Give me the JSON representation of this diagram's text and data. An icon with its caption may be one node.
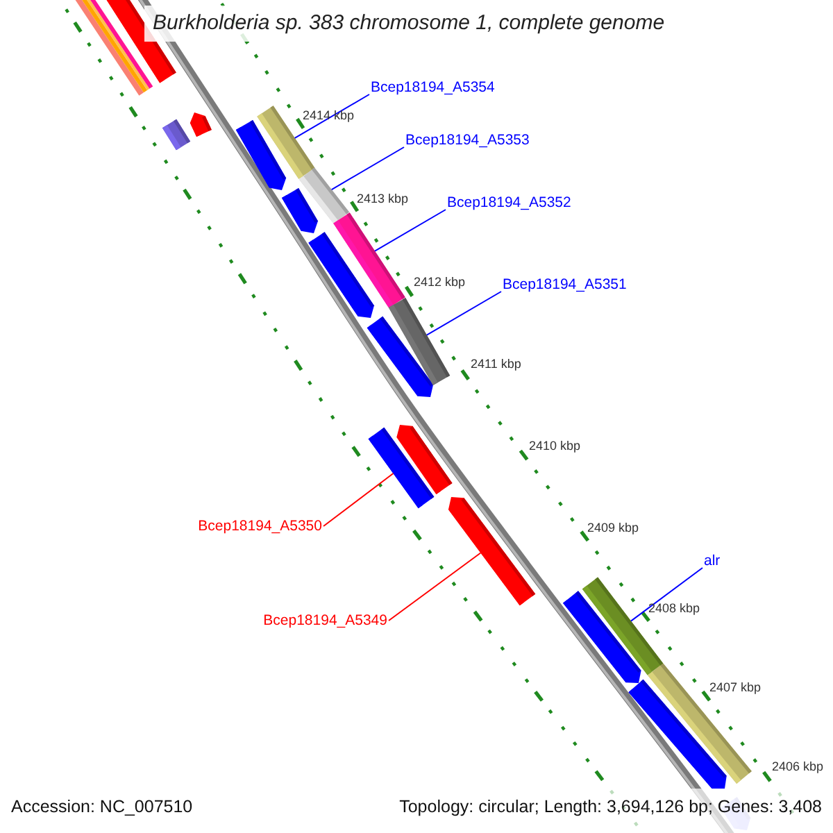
{
  "diagram": {
    "title": "Burkholderia sp. 383 chromosome 1, complete genome",
    "nodes": [
      {
        "text": [
          "Bcep18194_A5354"
        ]
      },
      {
        "text": [],
        "shape": "bar"
      },
      {
        "text": [
          "Bcep18194_A5353"
        ]
      },
      {
        "text": [],
        "shape": "bar"
      },
      {
        "text": [
          "Bcep18194_A5352"
        ]
      },
      {
        "text": [],
        "shape": "bar"
      },
      {
        "text": [
          "Bcep18194_A5351"
        ]
      },
      {
        "text": [],
        "shape": "bar"
      },
      {
        "text": [
          "Bcep18194_A5350"
        ]
      },
      {
        "text": [],
        "shape": "bar"
      },
      {
        "text": [
          "Bcep18194_A5349"
        ]
      },
      {
        "text": [],
        "shape": "arrow"
      },
      {
        "text": [
          "alr"
        ]
      },
      {
        "text": [],
        "shape": "bar"
      }
    ],
    "edges": [
      {
        "from": 0,
        "to": 1,
        "arrow": "none"
      },
      {
        "from": 2,
        "to": 3,
        "arrow": "none"
      },
      {
        "from": 4,
        "to": 5,
        "arrow": "none"
      },
      {
        "from": 6,
        "to": 7,
        "arrow": "none"
      },
      {
        "from": 8,
        "to": 9,
        "arrow": "none",
        "color": "#ff0000"
      },
      {
        "from": 10,
        "to": 11,
        "arrow": "none",
        "color": "#ff0000"
      },
      {
        "from": 12,
        "to": 13,
        "arrow": "none"
      }
    ],
    "labels": [
      "2414 kbp",
      "2413 kbp",
      "2412 kbp",
      "2411 kbp",
      "2410 kbp",
      "2409 kbp",
      "2408 kbp",
      "2407 kbp",
      "2406 kbp",
      "Accession: NC_007510",
      "Topology: circular; Length: 3,694,126 bp; Genes: 3,408"
    ]
  }
}
